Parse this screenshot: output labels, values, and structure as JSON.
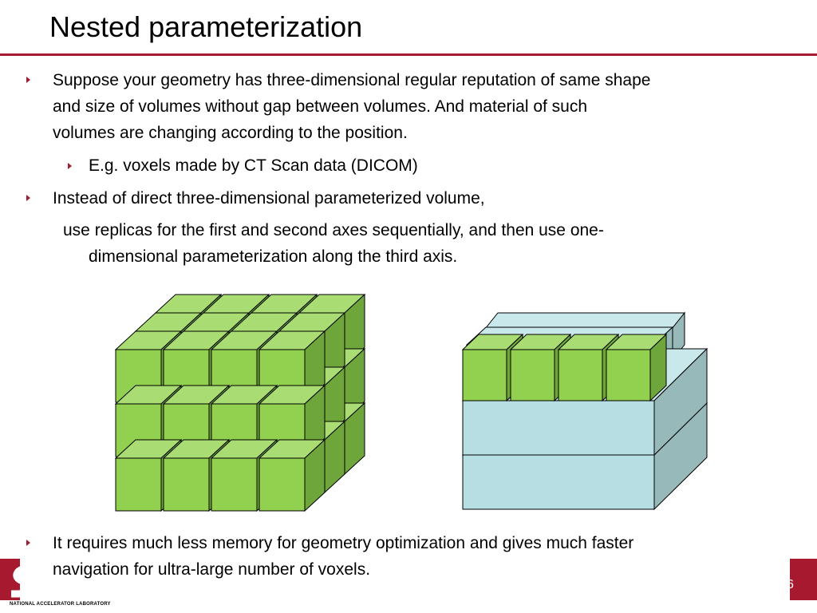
{
  "slide": {
    "title": "Nested parameterization",
    "bullets": {
      "b1_line1": "Suppose your geometry has three-dimensional regular reputation of same shape",
      "b1_line2": "and size of volumes without gap between volumes. And material of such",
      "b1_line3": "volumes are changing according to the position.",
      "b1_sub": "E.g. voxels made by CT Scan data (DICOM)",
      "b2_line1": "Instead of direct three-dimensional parameterized volume,",
      "b2_line2": "use replicas for the first and second axes sequentially, and then use one-",
      "b2_line3": "dimensional parameterization along the third axis.",
      "b3_line1": "It requires much less memory for geometry optimization and gives much faster",
      "b3_line2": "navigation for ultra-large number of voxels."
    },
    "footer": {
      "lab": "NATIONAL ACCELERATOR LABORATORY",
      "page_number": "6"
    },
    "colors": {
      "accent": "#a6192e",
      "voxel_front": "#92d050",
      "voxel_top": "#a9dc73",
      "voxel_side": "#6fa63c",
      "slab_front": "#b7dfe3",
      "slab_top": "#c8e8eb",
      "slab_side": "#97b9b9"
    },
    "icons": {
      "bullet": "triangle-right-icon"
    }
  }
}
